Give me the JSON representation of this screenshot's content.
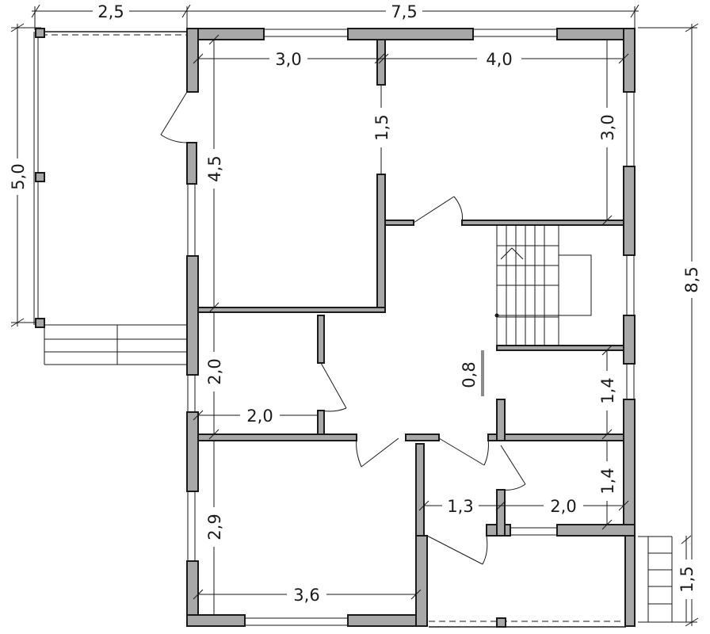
{
  "dimensions": {
    "top_left_width": "2,5",
    "top_total_width": "7,5",
    "left_height": "5,0",
    "right_total_height": "8,5",
    "room_a_width": "3,0",
    "room_b_width": "4,0",
    "room_a_height": "4,5",
    "partition_gap": "1,5",
    "room_b_height": "3,0",
    "middle_left_height": "2,0",
    "middle_left_width": "2,0",
    "hall_gap": "0,8",
    "right_mid_height": "1,4",
    "right_low_height": "1,4",
    "bottom_left_height": "2,9",
    "bottom_left_width": "3,6",
    "bath_width": "1,3",
    "bottom_right_width": "2,0",
    "porch_height": "1,5"
  }
}
